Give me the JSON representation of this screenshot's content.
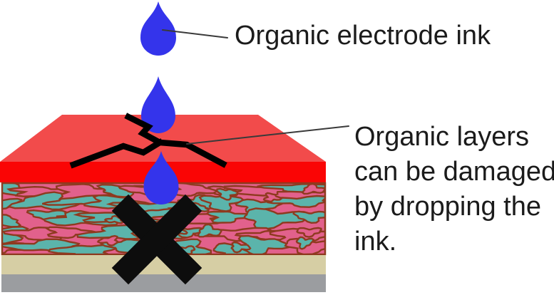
{
  "labels": {
    "electrode_ink": "Organic electrode ink",
    "damage_note_lines": [
      "Organic layers",
      "can be damaged",
      "by dropping the",
      "ink."
    ]
  },
  "glyphs": {
    "droplet_icon": "teardrop-shape",
    "x_mark_icon": "bold-black-x",
    "crack_icon": "jagged-black-crack-lines"
  },
  "colors": {
    "background": "#FFFFFF",
    "ink_blue": "#3434EB",
    "electrode_top_red": "#F24B4B",
    "electrode_front_red": "#FA0505",
    "active_pink": "#E2618C",
    "active_teal": "#5BB4AB",
    "active_outline": "#8E3A1F",
    "substrate_tan": "#D6CEA4",
    "base_gray": "#9B9DA0",
    "crack_black": "#000000",
    "x_black": "#0D0D0D",
    "annotation_line": "#3A3A3A",
    "text": "#1B1B1B"
  }
}
